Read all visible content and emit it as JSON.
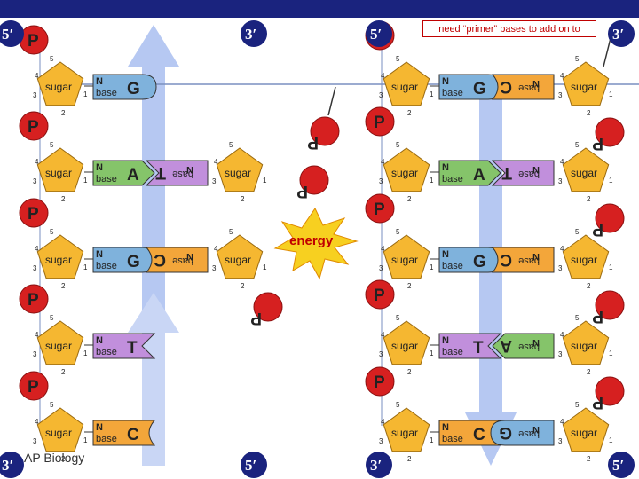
{
  "header": {
    "bar_color": "#1a237e"
  },
  "end_labels": {
    "top": [
      "5′",
      "3′",
      "5′",
      "3′"
    ],
    "bottom": [
      "3′",
      "5′",
      "3′",
      "5′"
    ]
  },
  "labels": {
    "phosphate": "P",
    "sugar": "sugar",
    "n": "N",
    "base": "base",
    "energy": "energy",
    "carbon_5": "5",
    "carbon_4": "4",
    "carbon_3": "3",
    "carbon_2": "2",
    "carbon_1": "1"
  },
  "left_strand_bases": [
    "G",
    "A",
    "G",
    "T",
    "C"
  ],
  "left_partner_bases": [
    "",
    "T",
    "C",
    "",
    ""
  ],
  "right_strand_bases": [
    "G",
    "A",
    "G",
    "T",
    "C"
  ],
  "right_partner_bases": [
    "C",
    "T",
    "C",
    "A",
    "G"
  ],
  "note": "need “primer” bases to add on to",
  "footer": "AP Biology",
  "colors": {
    "sugar": "#f5b731",
    "phosphate": "#d62020",
    "G": "#7fb2dc",
    "A": "#85c46a",
    "T": "#c18fdc",
    "C": "#f3a63a",
    "arrow": "#b6c8f2",
    "energy": "#f7d020"
  }
}
